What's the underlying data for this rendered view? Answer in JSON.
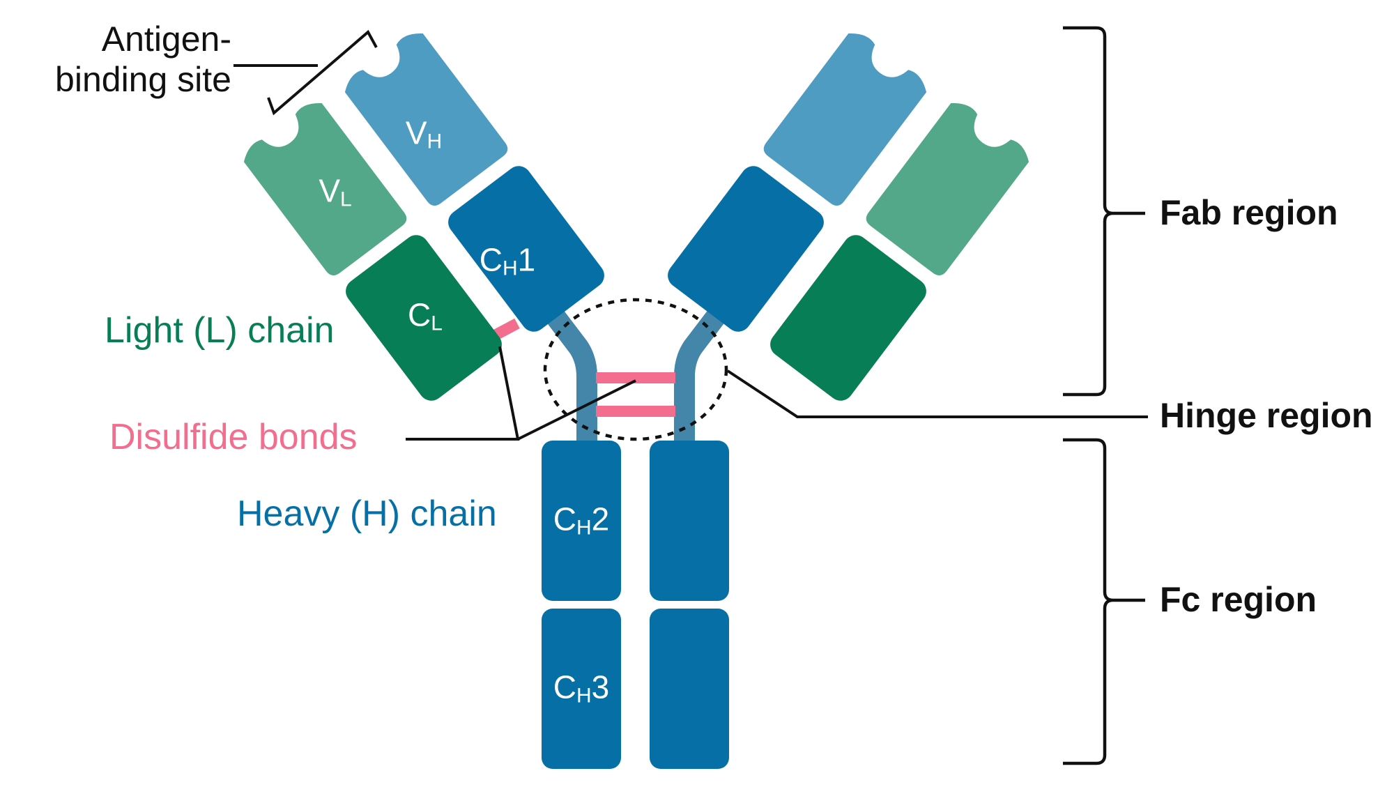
{
  "colors": {
    "vh": "#4f9cc2",
    "vl": "#52a889",
    "cl": "#087e57",
    "heavy": "#0670a6",
    "hinge": "#4485aa",
    "disulfide": "#f26d8e",
    "line": "#111111"
  },
  "labels": {
    "antigen_line1": "Antigen-",
    "antigen_line2": "binding site",
    "light_chain": "Light (L) chain",
    "disulfide": "Disulfide bonds",
    "heavy_chain": "Heavy (H) chain",
    "fab": "Fab region",
    "hinge": "Hinge region",
    "fc": "Fc region"
  },
  "domains": {
    "vh": {
      "main": "V",
      "sub": "H",
      "suffix": ""
    },
    "vl": {
      "main": "V",
      "sub": "L",
      "suffix": ""
    },
    "ch1": {
      "main": "C",
      "sub": "H",
      "suffix": "1"
    },
    "cl": {
      "main": "C",
      "sub": "L",
      "suffix": ""
    },
    "ch2": {
      "main": "C",
      "sub": "H",
      "suffix": "2"
    },
    "ch3": {
      "main": "C",
      "sub": "H",
      "suffix": "3"
    }
  }
}
